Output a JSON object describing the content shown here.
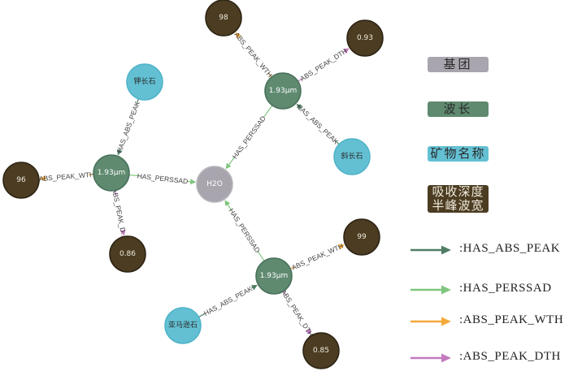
{
  "colors": {
    "group": "#a9a5ae",
    "wavelength": "#5f8a70",
    "mineral": "#63c0d3",
    "value": "#4b3c22",
    "HAS_ABS_PEAK": "#4f7d64",
    "HAS_PERSSAD": "#7fc67f",
    "ABS_PEAK_WTH": "#f5a83a",
    "ABS_PEAK_DTH": "#c37ac0"
  },
  "nodes": [
    {
      "id": "n98",
      "label": "98",
      "type": "value"
    },
    {
      "id": "n093",
      "label": "0.93",
      "type": "value"
    },
    {
      "id": "wTop",
      "label": "1.93μm",
      "type": "wavelength"
    },
    {
      "id": "mK",
      "label": "钾长石",
      "type": "mineral"
    },
    {
      "id": "mX",
      "label": "斜长石",
      "type": "mineral"
    },
    {
      "id": "wLeft",
      "label": "1.93μm",
      "type": "wavelength"
    },
    {
      "id": "n96",
      "label": "96",
      "type": "value"
    },
    {
      "id": "h2o",
      "label": "H2O",
      "type": "group"
    },
    {
      "id": "n086",
      "label": "0.86",
      "type": "value"
    },
    {
      "id": "n99",
      "label": "99",
      "type": "value"
    },
    {
      "id": "wBot",
      "label": "1.93μm",
      "type": "wavelength"
    },
    {
      "id": "mY",
      "label": "亚马逊石",
      "type": "mineral"
    },
    {
      "id": "n085",
      "label": "0.85",
      "type": "value"
    }
  ],
  "edges": [
    {
      "from": "mK",
      "to": "wLeft",
      "label": "HAS_ABS_PEAK",
      "type": "HAS_ABS_PEAK"
    },
    {
      "from": "wLeft",
      "to": "h2o",
      "label": "HAS_PERSSAD",
      "type": "HAS_PERSSAD"
    },
    {
      "from": "wLeft",
      "to": "n96",
      "label": "ABS_PEAK_WTH",
      "type": "ABS_PEAK_WTH"
    },
    {
      "from": "wLeft",
      "to": "n086",
      "label": "ABS_PEAK_D...",
      "type": "ABS_PEAK_DTH"
    },
    {
      "from": "wTop",
      "to": "h2o",
      "label": "HAS_PERSSAD",
      "type": "HAS_PERSSAD"
    },
    {
      "from": "wTop",
      "to": "n98",
      "label": "ABS_PEAK_WTH",
      "type": "ABS_PEAK_WTH"
    },
    {
      "from": "wTop",
      "to": "n093",
      "label": "ABS_PEAK_DTH",
      "type": "ABS_PEAK_DTH"
    },
    {
      "from": "mX",
      "to": "wTop",
      "label": "HAS_ABS_PEAK",
      "type": "HAS_ABS_PEAK"
    },
    {
      "from": "wBot",
      "to": "h2o",
      "label": "HAS_PERSSAD",
      "type": "HAS_PERSSAD"
    },
    {
      "from": "wBot",
      "to": "n99",
      "label": "ABS_PEAK_WTH",
      "type": "ABS_PEAK_WTH"
    },
    {
      "from": "wBot",
      "to": "n085",
      "label": "ABS_PEAK_DTH",
      "type": "ABS_PEAK_DTH"
    },
    {
      "from": "mY",
      "to": "wBot",
      "label": "HAS_ABS_PEAK",
      "type": "HAS_ABS_PEAK"
    }
  ],
  "legend": {
    "nodes": [
      {
        "label": "基团",
        "type": "group"
      },
      {
        "label": "波长",
        "type": "wavelength"
      },
      {
        "label": "矿物名称",
        "type": "mineral"
      },
      {
        "label": "吸收深度半峰波宽",
        "line1": "吸收深度",
        "line2": "半峰波宽",
        "type": "value"
      }
    ],
    "edges": [
      {
        "label": ":HAS_ABS_PEAK",
        "type": "HAS_ABS_PEAK"
      },
      {
        "label": ":HAS_PERSSAD",
        "type": "HAS_PERSSAD"
      },
      {
        "label": ":ABS_PEAK_WTH",
        "type": "ABS_PEAK_WTH"
      },
      {
        "label": ":ABS_PEAK_DTH",
        "type": "ABS_PEAK_DTH"
      }
    ]
  }
}
